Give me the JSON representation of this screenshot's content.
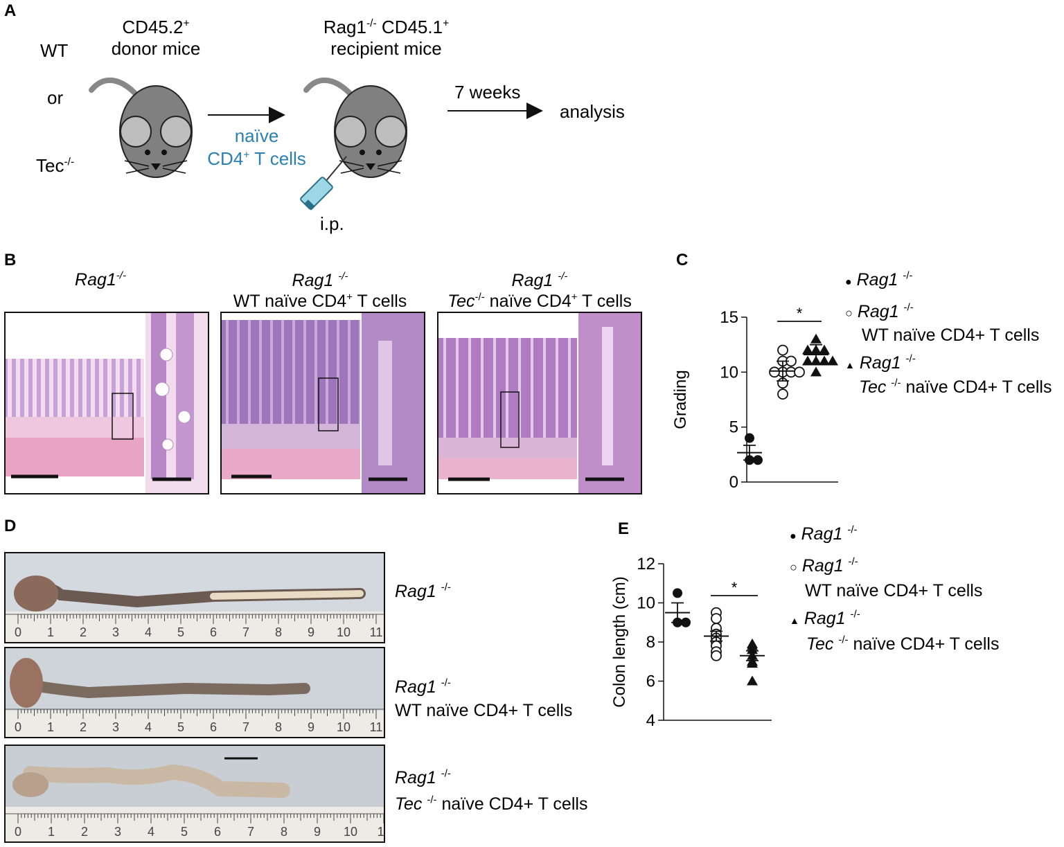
{
  "panelA": {
    "label": "A",
    "groups": [
      "WT",
      "or",
      "Tec"
    ],
    "donor": {
      "line1": "CD45.2",
      "line1_sup": "+",
      "line2": "donor mice"
    },
    "recipient": {
      "line1_a": "Rag1",
      "line1_a_sup": "-/-",
      "line1_b": " CD45.1",
      "line1_b_sup": "+",
      "line2": "recipient mice"
    },
    "transfer": {
      "line1": "naïve",
      "line2_a": "CD4",
      "line2_sup": "+",
      "line2_b": " T cells"
    },
    "route": "i.p.",
    "time": "7 weeks",
    "endpoint": "analysis",
    "colors": {
      "arrow": "#111111",
      "accent_text": "#2c7fb1",
      "mouse_body": "#808080",
      "mouse_ear": "#bdbdbd"
    }
  },
  "panelB": {
    "label": "B",
    "titles": [
      {
        "line1": "Rag1",
        "line1_sup": "-/-"
      },
      {
        "line1": "Rag1",
        "line1_sup": "-/-",
        "line2_a": "WT naïve CD4",
        "line2_sup": "+",
        "line2_b": " T cells"
      },
      {
        "line1": "Rag1",
        "line1_sup": "-/-",
        "line2_a_it": "Tec",
        "line2_a_sup": "-/-",
        "line2_b": " naïve CD4",
        "line2_sup": "+",
        "line2_c": " T cells"
      }
    ],
    "colors": {
      "stain_pink": "#e8a9c6",
      "stain_purple": "#8a5aa8"
    }
  },
  "panelC": {
    "label": "C",
    "legend": [
      {
        "marker": "filled-circle",
        "line1": "Rag1",
        "sup": "-/-"
      },
      {
        "marker": "open-circle",
        "line1": "Rag1",
        "sup": "-/-",
        "line2": "WT naïve CD4+ T cells"
      },
      {
        "marker": "filled-triangle",
        "line1": "Rag1",
        "sup": "-/-",
        "line2_it": "Tec",
        "line2_sup": "-/-",
        "line2": " naïve CD4+ T cells"
      }
    ]
  },
  "panelD": {
    "label": "D",
    "ruler_numbers": [
      "0",
      "1",
      "2",
      "3",
      "4",
      "5",
      "6",
      "7",
      "8",
      "9",
      "10",
      "11"
    ],
    "labels": [
      {
        "line1": "Rag1",
        "sup": "-/-"
      },
      {
        "line1": "Rag1",
        "sup": "-/-",
        "line2": "WT naïve CD4+ T cells"
      },
      {
        "line1": "Rag1",
        "sup": "-/-",
        "line2_it": "Tec",
        "line2_sup": "-/-",
        "line2": " naïve CD4+ T cells"
      }
    ]
  },
  "panelE": {
    "label": "E",
    "legend": [
      {
        "marker": "filled-circle",
        "line1": "Rag1",
        "sup": "-/-"
      },
      {
        "marker": "open-circle",
        "line1": "Rag1",
        "sup": "-/-",
        "line2": "WT naïve CD4+ T cells"
      },
      {
        "marker": "filled-triangle",
        "line1": "Rag1",
        "sup": "-/-",
        "line2_it": "Tec",
        "line2_sup": "-/-",
        "line2": " naïve CD4+ T cells"
      }
    ]
  },
  "chart_data": [
    {
      "type": "scatter",
      "panel": "C",
      "ylabel": "Grading",
      "ylim": [
        0,
        15
      ],
      "yticks": [
        0,
        5,
        10,
        15
      ],
      "significance": "*",
      "series": [
        {
          "values": [
            4,
            2,
            2
          ],
          "mean": 2.67,
          "sem": 0.67,
          "marker": "filled-circle"
        },
        {
          "values": [
            12,
            11,
            11,
            10,
            10,
            10,
            10,
            9,
            8
          ],
          "mean": 10.1,
          "sem": 0.9,
          "marker": "open-circle"
        },
        {
          "values": [
            13,
            12,
            12,
            12,
            11,
            11,
            11,
            11,
            10
          ],
          "mean": 11.6,
          "sem": 0.9,
          "marker": "filled-triangle"
        }
      ]
    },
    {
      "type": "scatter",
      "panel": "E",
      "ylabel": "Colon length (cm)",
      "ylim": [
        4,
        12
      ],
      "yticks": [
        4,
        6,
        8,
        10,
        12
      ],
      "significance": "*",
      "series": [
        {
          "values": [
            10.5,
            9.0,
            9.0
          ],
          "mean": 9.5,
          "sem": 0.5,
          "marker": "filled-circle"
        },
        {
          "values": [
            9.5,
            9.2,
            8.7,
            8.4,
            8.2,
            8.0,
            7.8,
            7.5,
            7.3
          ],
          "mean": 8.3,
          "sem": 0.25,
          "marker": "open-circle"
        },
        {
          "values": [
            7.9,
            7.8,
            7.6,
            7.3,
            7.0,
            6.9,
            6.0
          ],
          "mean": 7.3,
          "sem": 0.25,
          "marker": "filled-triangle"
        }
      ]
    }
  ]
}
